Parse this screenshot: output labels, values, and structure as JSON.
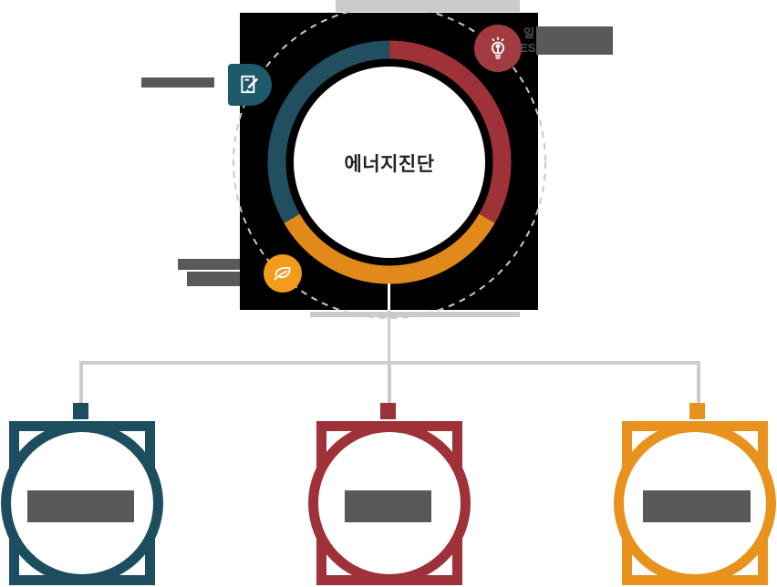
{
  "diagram": {
    "center_label": "에너지진단",
    "annotation_top_right": {
      "line1_fragment": "일",
      "line2_fragment": "ES",
      "note": "remainder of label covered by gray redaction block"
    },
    "ring": {
      "segments": [
        {
          "name": "red-segment",
          "color": "#9e3238",
          "arc_deg": [
            0,
            120
          ]
        },
        {
          "name": "orange-segment",
          "color": "#e2891b",
          "arc_deg": [
            120,
            240
          ]
        },
        {
          "name": "teal-segment",
          "color": "#214f5f",
          "arc_deg": [
            240,
            360
          ]
        }
      ],
      "dashed_orbit_color": "#c9c9c9",
      "background": "#000000"
    },
    "icons": [
      {
        "name": "edit-document-icon",
        "badge_color": "#1e5a6b"
      },
      {
        "name": "lightbulb-icon",
        "badge_color": "#a13b40"
      },
      {
        "name": "leaf-icon",
        "badge_color": "#f39c1c"
      }
    ],
    "redacted_labels": [
      {
        "position": "left-of-edit-icon",
        "redacted": true
      },
      {
        "position": "below-left-of-leaf-icon-line1",
        "redacted": true
      },
      {
        "position": "below-left-of-leaf-icon-line2",
        "redacted": true
      },
      {
        "position": "right-of-lightbulb-icon",
        "redacted": true
      }
    ],
    "accent_bars_color": "#cbcbcb",
    "connector_color": "#cccccc",
    "nodes": [
      {
        "color": "#1d4e5f",
        "label_redacted": true
      },
      {
        "color": "#9e3238",
        "label_redacted": true
      },
      {
        "color": "#e8921d",
        "label_redacted": true
      }
    ]
  }
}
